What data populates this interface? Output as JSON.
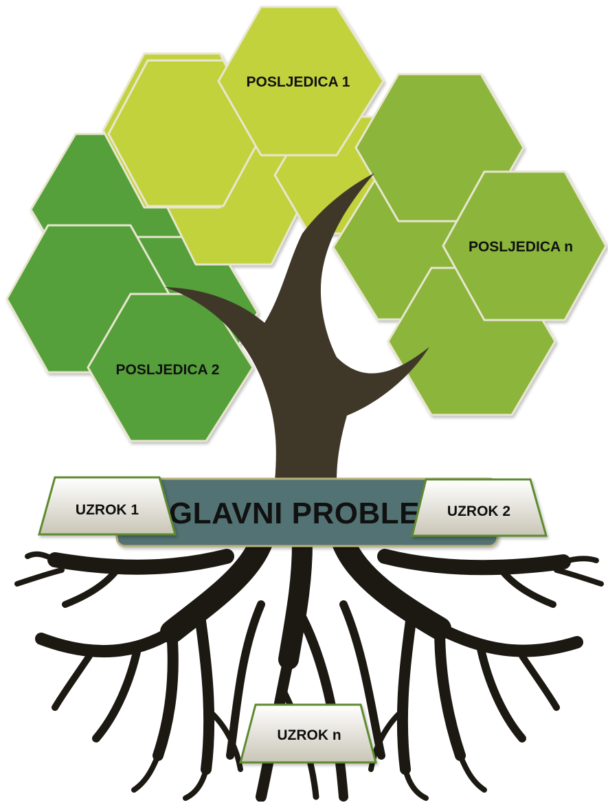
{
  "diagram": {
    "main_problem": "GLAVNI PROBLEM",
    "consequences": {
      "c1": "POSLJEDICA 1",
      "c2": "POSLJEDICA 2",
      "cn": "POSLJEDICA n"
    },
    "causes": {
      "u1": "UZROK 1",
      "u2": "UZROK 2",
      "un": "UZROK n"
    },
    "colors": {
      "dark_green": "#55a03a",
      "mid_green": "#8bb53a",
      "light_green": "#c2d23e",
      "trunk": "#3f3829",
      "roots": "#1c1913",
      "main_box": "#527273",
      "cause_box": "#d8d6cc",
      "cause_border": "#5d8a2e"
    }
  }
}
